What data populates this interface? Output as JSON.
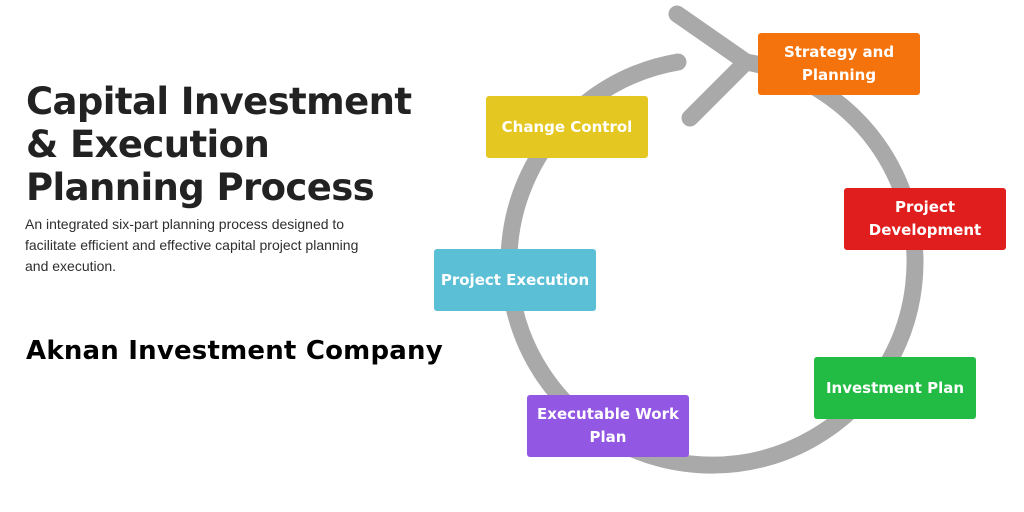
{
  "title": {
    "line1": "Capital Investment",
    "line2": "& Execution",
    "line3": "Planning Process"
  },
  "description": "An integrated six-part planning process designed to facilitate efficient and effective capital project planning and execution.",
  "company": "Aknan Investment Company",
  "cycle": {
    "ring_color": "#a9a9a9",
    "direction": "clockwise",
    "steps": [
      {
        "label": "Strategy and Planning",
        "color": "#f5730d"
      },
      {
        "label": "Project Development",
        "color": "#e11e1e"
      },
      {
        "label": "Investment Plan",
        "color": "#22bb44"
      },
      {
        "label": "Executable Work Plan",
        "color": "#9257e3"
      },
      {
        "label": "Project Execution",
        "color": "#5bbfd6"
      },
      {
        "label": "Change Control",
        "color": "#e5c722"
      }
    ]
  }
}
